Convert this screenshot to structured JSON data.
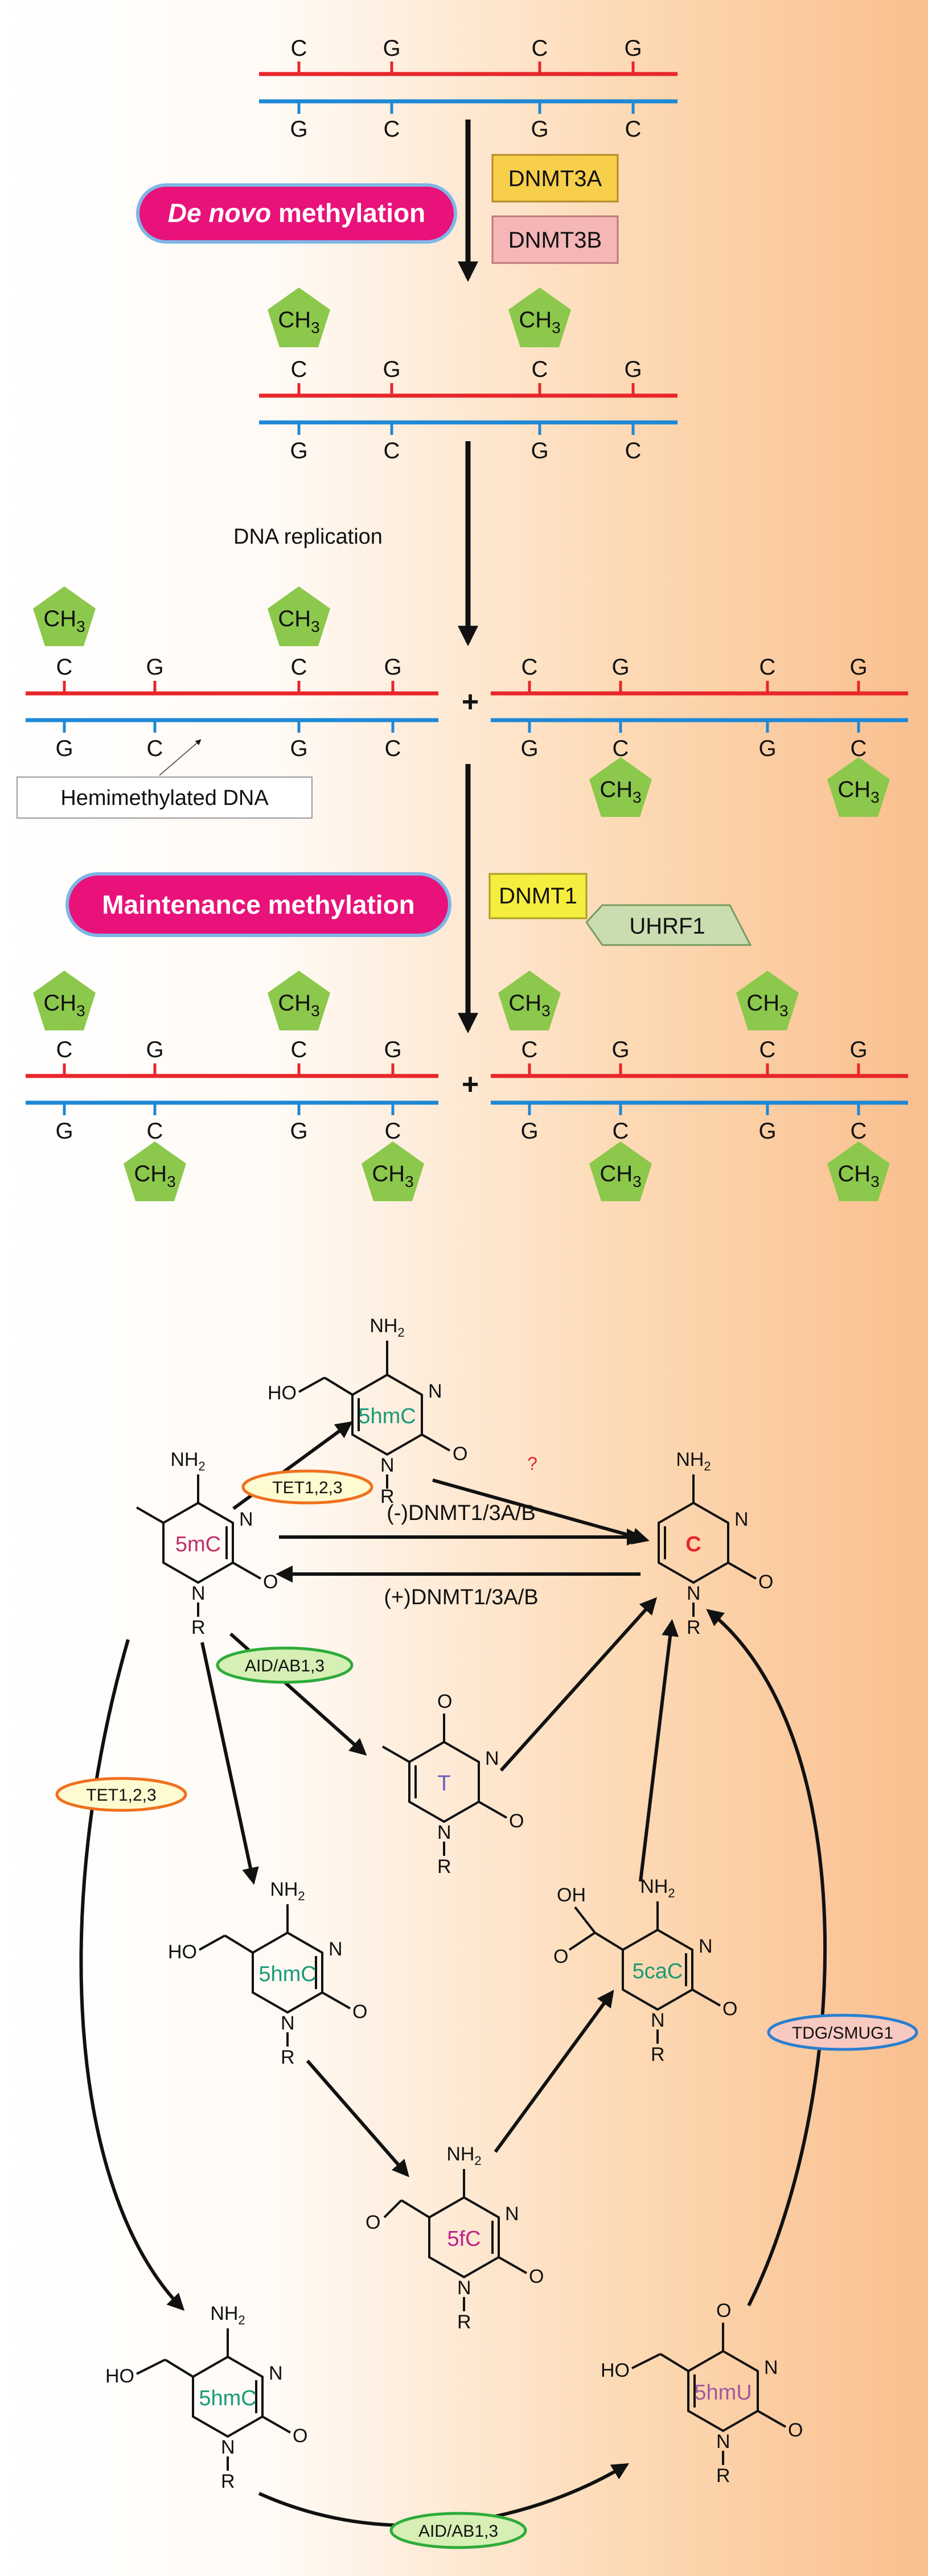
{
  "bases": {
    "c": "C",
    "g": "G"
  },
  "methyl": {
    "main": "CH",
    "sub": "3"
  },
  "atoms": {
    "nh": "NH",
    "two": "2",
    "n": "N",
    "o": "O",
    "r": "R",
    "ho": "HO",
    "oh": "OH"
  },
  "labels": {
    "de_novo_italic": "De novo",
    "de_novo_rest": " methylation",
    "maintenance": "Maintenance methylation",
    "replication": "DNA replication",
    "hemimethylated": "Hemimethylated DNA",
    "plus": "+"
  },
  "enzymes": {
    "dnmt3a": "DNMT3A",
    "dnmt3b": "DNMT3B",
    "dnmt1": "DNMT1",
    "uhrf1": "UHRF1",
    "tet": "TET1,2,3",
    "aid": "AID/AB1,3",
    "tdg": "TDG/SMUG1",
    "demeth": "(-)DNMT1/3A/B",
    "meth": "(+)DNMT1/3A/B",
    "unknown": "?"
  },
  "molecules": {
    "mc5": "5mC",
    "hmc5": "5hmC",
    "c": "C",
    "t": "T",
    "cac5": "5caC",
    "fc5": "5fC",
    "hmu5": "5hmU"
  },
  "colors": {
    "top_strand": "#e8262b",
    "bottom_strand": "#1e88d6",
    "methyl_pentagon": "#8cc84b",
    "pill": "#e8127a",
    "pill_border": "#7fb6e6",
    "dnmt3a_fill": "#f7cf4a",
    "dnmt3b_fill": "#f4b6b6",
    "dnmt1_fill": "#f6ee3e",
    "uhrf1_fill": "#c9ddb0",
    "tet_oval": "#f0701e",
    "aid_oval": "#2eab3a",
    "tdg_oval": "#2a7fd0",
    "mc5_text": "#c0306a",
    "hmc5_text": "#1a9a78",
    "c_text": "#e8262b",
    "t_text": "#6a5ac0",
    "fc5_text": "#c0208a",
    "hmu5_text": "#a05a9a"
  }
}
